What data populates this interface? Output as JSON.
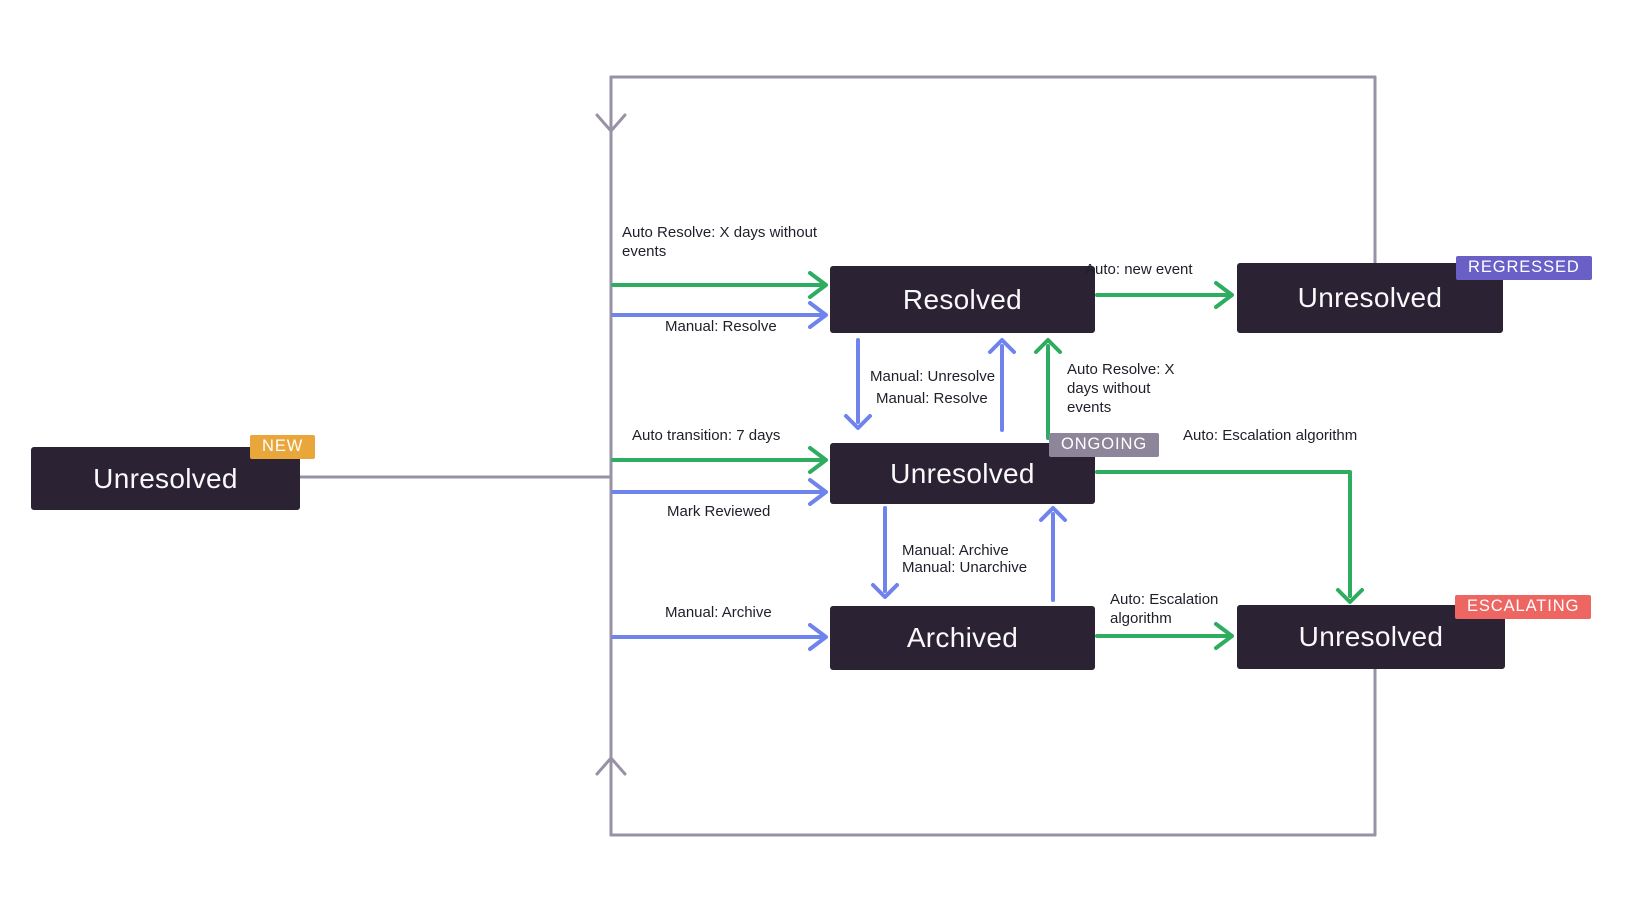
{
  "colors": {
    "box": "#2b2233",
    "green_arrow": "#2ead60",
    "blue_arrow": "#6f83ec",
    "loop_line": "#9991a6",
    "badge_new": "#e9a63b",
    "badge_regressed": "#6a5ec7",
    "badge_ongoing": "#8d8599",
    "badge_escalating": "#ee6662",
    "node_text": "#faf9fb",
    "label_text": "#1f1f29",
    "background": "#ffffff"
  },
  "nodes": {
    "new": {
      "label": "Unresolved",
      "badge": "NEW"
    },
    "resolved": {
      "label": "Resolved"
    },
    "regressed": {
      "label": "Unresolved",
      "badge": "REGRESSED"
    },
    "ongoing": {
      "label": "Unresolved",
      "badge": "ONGOING"
    },
    "archived": {
      "label": "Archived"
    },
    "escalating": {
      "label": "Unresolved",
      "badge": "ESCALATING"
    }
  },
  "edges": {
    "auto_resolve_to_resolved": {
      "label": "Auto Resolve: X days without events",
      "type": "auto"
    },
    "manual_resolve_to_resolved": {
      "label": "Manual: Resolve",
      "type": "manual"
    },
    "auto_new_event": {
      "label": "Auto: new event",
      "type": "auto"
    },
    "manual_unresolve": {
      "label": "Manual: Unresolve",
      "type": "manual"
    },
    "manual_resolve_from_ongoing": {
      "label": "Manual: Resolve",
      "type": "manual"
    },
    "auto_resolve_from_ongoing": {
      "label": "Auto Resolve: X days without events",
      "type": "auto"
    },
    "auto_transition": {
      "label": "Auto transition: 7 days",
      "type": "auto"
    },
    "mark_reviewed": {
      "label": "Mark Reviewed",
      "type": "manual"
    },
    "auto_escalation_from_ongoing": {
      "label": "Auto: Escalation algorithm",
      "type": "auto"
    },
    "manual_archive_from_ongoing": {
      "label": "Manual: Archive",
      "type": "manual"
    },
    "manual_unarchive": {
      "label": "Manual: Unarchive",
      "type": "manual"
    },
    "manual_archive_left": {
      "label": "Manual: Archive",
      "type": "manual"
    },
    "auto_escalation_from_archived": {
      "label": "Auto: Escalation algorithm",
      "type": "auto"
    }
  }
}
